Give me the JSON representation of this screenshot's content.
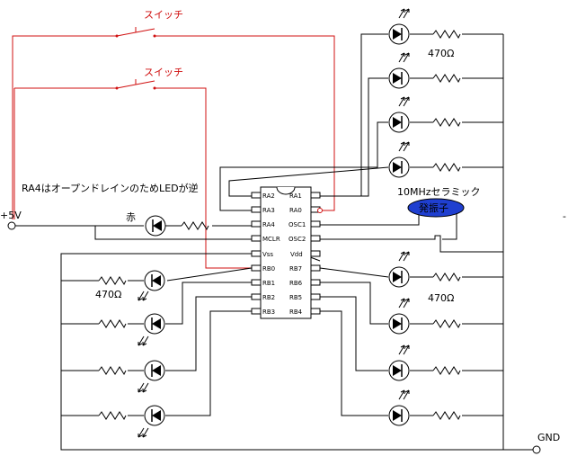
{
  "switch_label": "スイッチ",
  "chip": {
    "left_pins": [
      "RA2",
      "RA3",
      "RA4",
      "MCLR",
      "Vss",
      "RB0",
      "RB1",
      "RB2",
      "RB3"
    ],
    "right_pins": [
      "RA1",
      "RA0",
      "OSC1",
      "OSC2",
      "Vdd",
      "RB7",
      "RB6",
      "RB5",
      "RB4"
    ]
  },
  "resistor_label": "470Ω",
  "oscillator_title": "10MHzセラミック",
  "oscillator_label": "発振子",
  "power_label": "+5V",
  "ground_label": "GND",
  "red_led_label": "赤",
  "note": "RA4はオープンドレインのためLEDが逆",
  "colors": {
    "wire": "#000000",
    "switch_wire": "#d01010",
    "oscillator_fill": "#1f3fd0"
  }
}
